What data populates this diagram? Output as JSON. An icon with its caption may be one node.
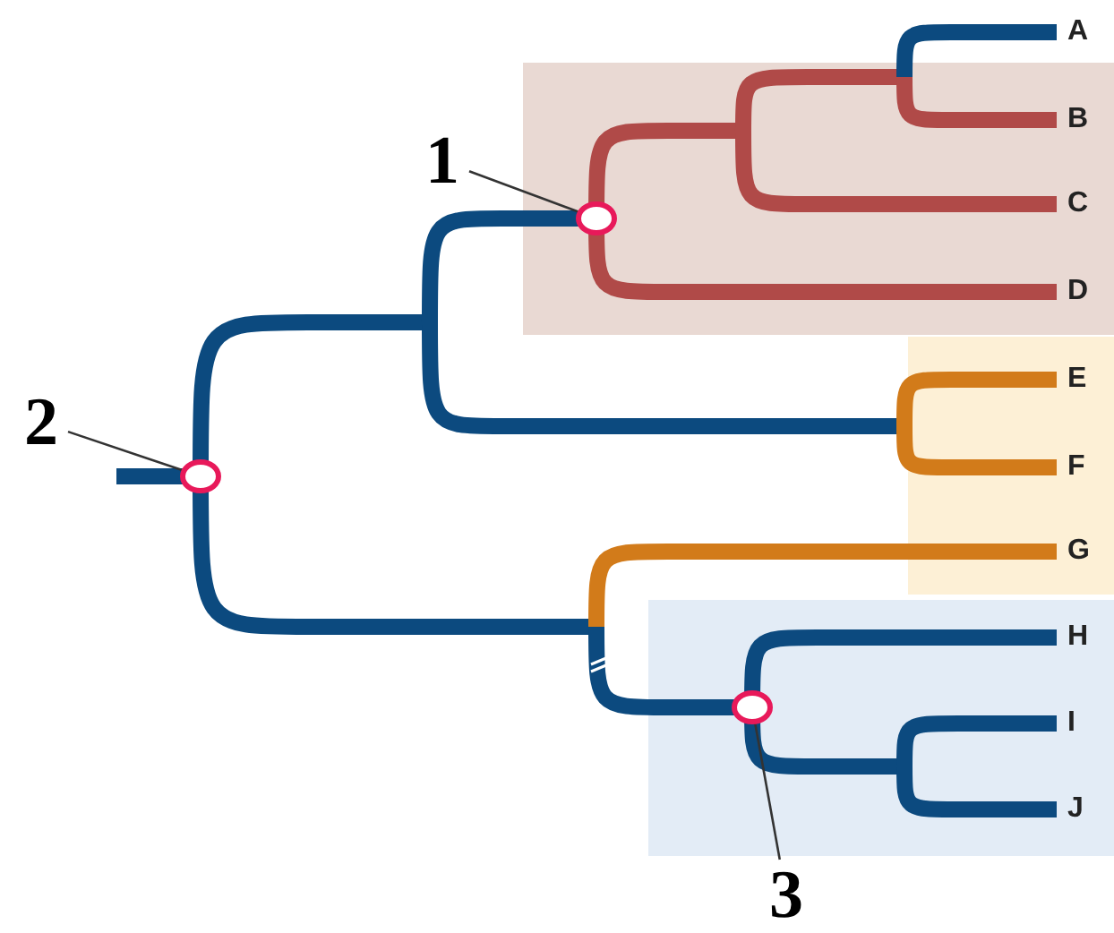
{
  "diagram": {
    "nodes": [
      {
        "text": [
          "1"
        ]
      },
      {
        "text": [],
        "shape": "circle"
      },
      {
        "text": [
          "2"
        ]
      },
      {
        "text": [],
        "shape": "circle"
      },
      {
        "text": [
          "3"
        ]
      },
      {
        "text": [],
        "shape": "circle"
      }
    ],
    "edges": [
      {
        "from": 0,
        "to": 1,
        "arrow": "none"
      },
      {
        "from": 2,
        "to": 3,
        "arrow": "none"
      },
      {
        "from": 4,
        "to": 5,
        "arrow": "none"
      }
    ],
    "labels": [
      "A",
      "B",
      "C",
      "D",
      "E",
      "F",
      "G",
      "H",
      "I",
      "J"
    ]
  }
}
